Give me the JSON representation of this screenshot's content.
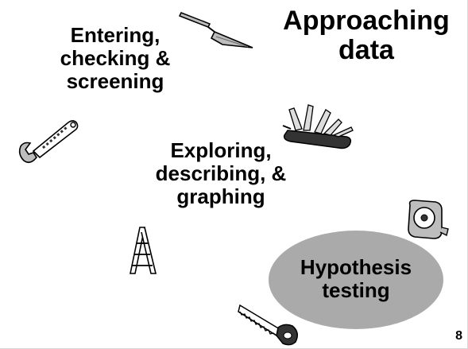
{
  "slide": {
    "title_lines": [
      "Approaching",
      "data"
    ],
    "stages": [
      {
        "lines": [
          "Entering,",
          "checking &",
          "screening"
        ],
        "icon": "trowel-icon"
      },
      {
        "lines": [
          "Exploring,",
          "describing, &",
          "graphing"
        ],
        "icon": "pocket-knife-icon"
      },
      {
        "lines": [
          "Hypothesis",
          "testing"
        ],
        "icon": "tape-measure-icon"
      }
    ],
    "decorative_icons": [
      "wrench-icon",
      "ladder-icon",
      "saw-icon"
    ],
    "page_number": "8",
    "colors": {
      "background": "#ffffff",
      "text": "#000000",
      "ellipse_fill": "#aaaaaa",
      "icon_fill": "#bdbdbd",
      "icon_dark": "#333333"
    }
  }
}
